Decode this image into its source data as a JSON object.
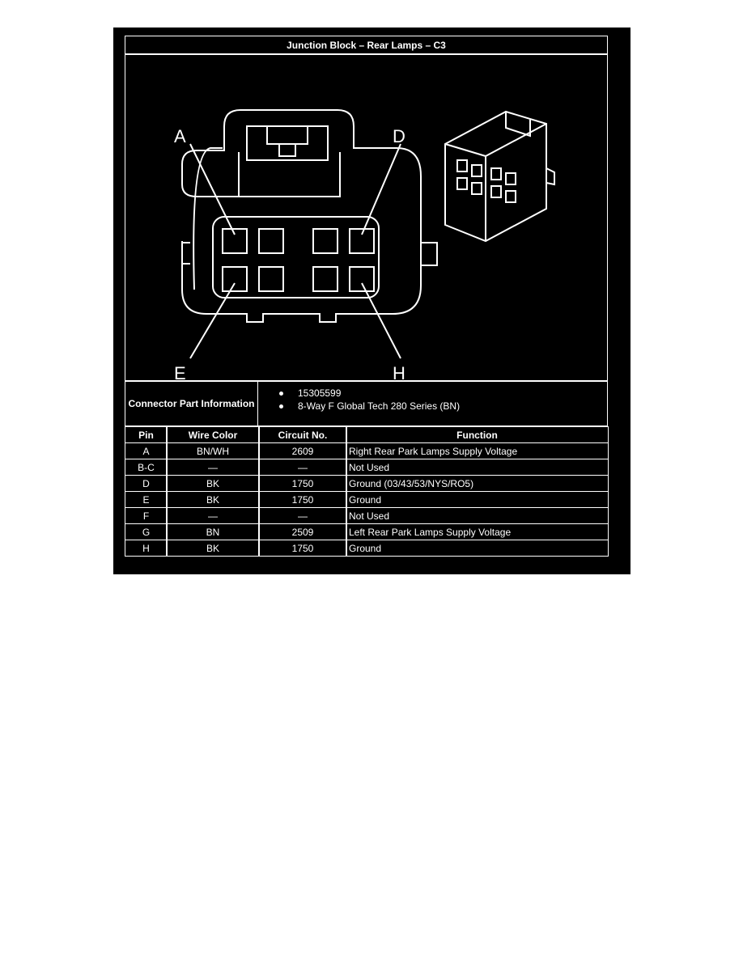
{
  "title": "Junction Block – Rear Lamps – C3",
  "diagram": {
    "pin_labels": [
      "A",
      "D",
      "E",
      "H"
    ]
  },
  "connector_info": {
    "label": "Connector Part Information",
    "items": [
      "15305599",
      "8-Way F Global Tech 280 Series (BN)"
    ]
  },
  "table": {
    "headers": [
      "Pin",
      "Wire Color",
      "Circuit No.",
      "Function"
    ],
    "rows": [
      [
        "A",
        "BN/WH",
        "2609",
        "Right Rear Park Lamps Supply Voltage"
      ],
      [
        "B-C",
        "—",
        "—",
        "Not Used"
      ],
      [
        "D",
        "BK",
        "1750",
        "Ground (03/43/53/NYS/RO5)"
      ],
      [
        "E",
        "BK",
        "1750",
        "Ground"
      ],
      [
        "F",
        "—",
        "—",
        "Not Used"
      ],
      [
        "G",
        "BN",
        "2509",
        "Left Rear Park Lamps Supply Voltage"
      ],
      [
        "H",
        "BK",
        "1750",
        "Ground"
      ]
    ]
  },
  "colors": {
    "background": "#000000",
    "foreground": "#ffffff"
  }
}
